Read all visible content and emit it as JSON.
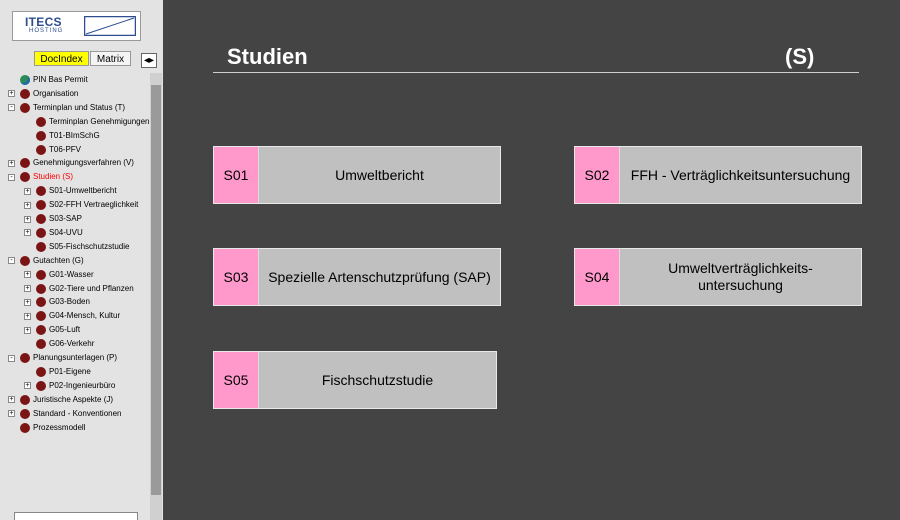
{
  "logo": {
    "brand": "ITECS",
    "subtitle": "HOSTING"
  },
  "tabs": [
    {
      "label": "DocIndex"
    },
    {
      "label": "Matrix"
    }
  ],
  "expand_label": "◂▸",
  "tree": [
    {
      "label": "PIN Bas Permit",
      "toggle": "",
      "icon": "globe",
      "level": 0
    },
    {
      "label": "Organisation",
      "toggle": "+",
      "icon": "dot",
      "level": 0
    },
    {
      "label": "Terminplan und Status (T)",
      "toggle": "-",
      "icon": "dot",
      "level": 0
    },
    {
      "label": "Terminplan Genehmigungen",
      "toggle": "",
      "icon": "dot",
      "level": 1
    },
    {
      "label": "T01-BImSchG",
      "toggle": "",
      "icon": "dot",
      "level": 1
    },
    {
      "label": "T06-PFV",
      "toggle": "",
      "icon": "dot",
      "level": 1
    },
    {
      "label": "Genehmigungsverfahren (V)",
      "toggle": "+",
      "icon": "dot",
      "level": 0
    },
    {
      "label": "Studien (S)",
      "toggle": "-",
      "icon": "dot",
      "level": 0,
      "selected": true
    },
    {
      "label": "S01-Umweltbericht",
      "toggle": "+",
      "icon": "dot",
      "level": 1
    },
    {
      "label": "S02-FFH Vertraeglichkeit",
      "toggle": "+",
      "icon": "dot",
      "level": 1
    },
    {
      "label": "S03-SAP",
      "toggle": "+",
      "icon": "dot",
      "level": 1
    },
    {
      "label": "S04-UVU",
      "toggle": "+",
      "icon": "dot",
      "level": 1
    },
    {
      "label": "S05-Fischschutzstudie",
      "toggle": "",
      "icon": "dot",
      "level": 1
    },
    {
      "label": "Gutachten (G)",
      "toggle": "-",
      "icon": "dot",
      "level": 0
    },
    {
      "label": "G01-Wasser",
      "toggle": "+",
      "icon": "dot",
      "level": 1
    },
    {
      "label": "G02-Tiere und Pflanzen",
      "toggle": "+",
      "icon": "dot",
      "level": 1
    },
    {
      "label": "G03-Boden",
      "toggle": "+",
      "icon": "dot",
      "level": 1
    },
    {
      "label": "G04-Mensch, Kultur",
      "toggle": "+",
      "icon": "dot",
      "level": 1
    },
    {
      "label": "G05-Luft",
      "toggle": "+",
      "icon": "dot",
      "level": 1
    },
    {
      "label": "G06-Verkehr",
      "toggle": "",
      "icon": "dot",
      "level": 1
    },
    {
      "label": "Planungsunterlagen (P)",
      "toggle": "-",
      "icon": "dot",
      "level": 0
    },
    {
      "label": "P01-Eigene",
      "toggle": "",
      "icon": "dot",
      "level": 1
    },
    {
      "label": "P02-Ingenieurbüro",
      "toggle": "+",
      "icon": "dot",
      "level": 1
    },
    {
      "label": "Juristische Aspekte (J)",
      "toggle": "+",
      "icon": "dot",
      "level": 0
    },
    {
      "label": "Standard - Konventionen",
      "toggle": "+",
      "icon": "dot",
      "level": 0
    },
    {
      "label": "Prozessmodell",
      "toggle": "",
      "icon": "dot",
      "level": 0
    }
  ],
  "main": {
    "title": "Studien",
    "code": "(S)",
    "cards": [
      {
        "id": "S01",
        "title": "Umweltbericht"
      },
      {
        "id": "S02",
        "title": "FFH - Verträglichkeitsuntersuchung"
      },
      {
        "id": "S03",
        "title": "Spezielle Artenschutzprüfung (SAP)"
      },
      {
        "id": "S04",
        "title": "Umweltverträglichkeits-untersuchung"
      },
      {
        "id": "S05",
        "title": "Fischschutzstudie"
      }
    ]
  },
  "colors": {
    "background": "#444444",
    "sidebar": "#e3e3e3",
    "card": "#c0c0c0",
    "card_id": "#ff99cc",
    "tree_node": "#7b1414",
    "active_tab": "#ffff00",
    "selected_text": "#ff0000"
  }
}
